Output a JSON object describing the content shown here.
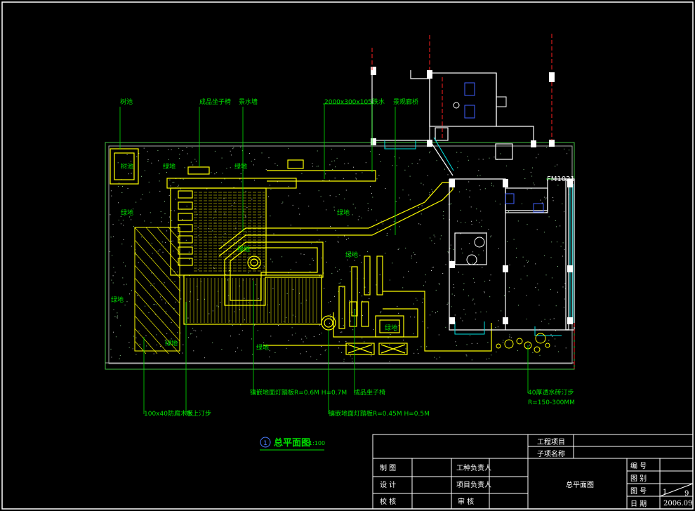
{
  "drawing": {
    "title_number": "1",
    "title": "总平面图",
    "scale": "1:100",
    "room_code": "FM1021"
  },
  "callouts_top": [
    "树池",
    "成品坐子椅",
    "景水墙",
    "2000x300x105跌水",
    "景观廊桥"
  ],
  "callouts_bottom": [
    "100x40防腐木板",
    "水上汀步",
    "镶嵌地面灯踏板R=0.6M H=0.7M",
    "镶嵌地面灯踏板R=0.45M H=0.5M",
    "成品坐子椅",
    "40厚透水砖汀步",
    "R=150-300MM"
  ],
  "area_labels": [
    "树池",
    "绿地",
    "绿地",
    "绿地",
    "绿地",
    "绿地",
    "绿地",
    "绿地",
    "绿地",
    "绿地",
    "绿地"
  ],
  "title_block": {
    "project_label": "工程项目",
    "subproject_label": "子项名称",
    "rows": [
      {
        "left": "制  图",
        "mid": "工种负责人"
      },
      {
        "left": "设  计",
        "mid": "项目负责人"
      },
      {
        "left": "校  核",
        "mid": "审  核"
      }
    ],
    "drawing_name": "总平面图",
    "right_labels": [
      "编  号",
      "图  别",
      "图  号",
      "日  期"
    ],
    "sheet_no": "1",
    "sheet_total": "9",
    "date": "2006.09"
  },
  "colors": {
    "background": "#000000",
    "plan_lines": "#ffff00",
    "annotation": "#00e000",
    "border": "#ffffff",
    "red_marks": "#ff2020",
    "cyan_lines": "#00e5e5"
  }
}
